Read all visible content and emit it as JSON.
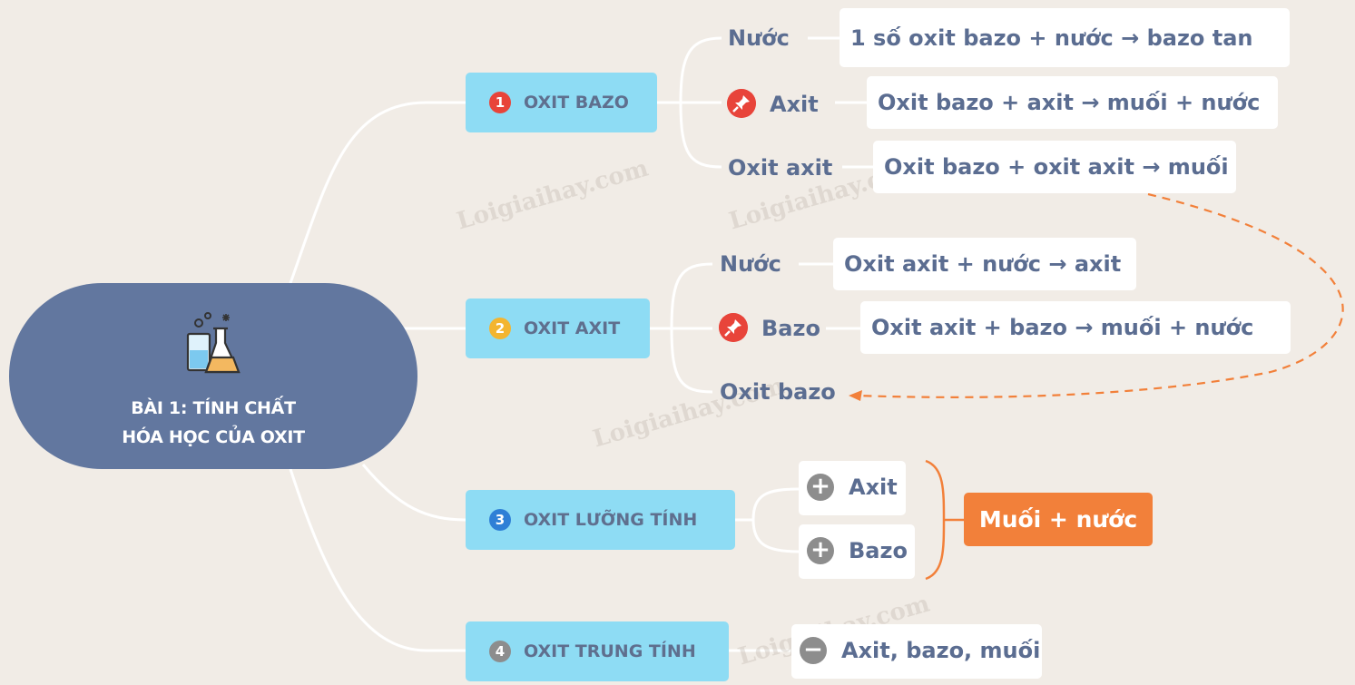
{
  "root": {
    "title_line1": "BÀI 1: TÍNH CHẤT",
    "title_line2": "HÓA HỌC CỦA OXIT",
    "icon": "chemistry-flask-icon"
  },
  "branches": [
    {
      "num": "1",
      "label": "OXIT BAZO",
      "color": "#e8443a"
    },
    {
      "num": "2",
      "label": "OXIT AXIT",
      "color": "#f3b530"
    },
    {
      "num": "3",
      "label": "OXIT LƯỠNG TÍNH",
      "color": "#2e7fd6"
    },
    {
      "num": "4",
      "label": "OXIT TRUNG TÍNH",
      "color": "#8d8d8d"
    }
  ],
  "oxit_bazo": [
    {
      "reactant": "Nước",
      "reaction": "1 số oxit bazo + nước → bazo tan"
    },
    {
      "reactant": "Axit",
      "reaction": "Oxit bazo + axit → muối + nước"
    },
    {
      "reactant": "Oxit axit",
      "reaction": "Oxit bazo + oxit axit → muối"
    }
  ],
  "oxit_axit": [
    {
      "reactant": "Nước",
      "reaction": "Oxit axit + nước → axit"
    },
    {
      "reactant": "Bazo",
      "reaction": "Oxit axit + bazo → muối + nước"
    },
    {
      "reactant": "Oxit bazo"
    }
  ],
  "oxit_luong_tinh": {
    "reactants": [
      "Axit",
      "Bazo"
    ],
    "sign": "+",
    "result": "Muối + nước"
  },
  "oxit_trung_tinh": {
    "sign": "−",
    "text": "Axit, bazo, muối"
  },
  "watermark": "Loigiaihay.com",
  "colors": {
    "root": "#62779f",
    "branch": "#8edcf4",
    "text": "#5b6d91",
    "accent": "#f2803a",
    "pin": "#e8443a",
    "background": "#f1ece6"
  }
}
